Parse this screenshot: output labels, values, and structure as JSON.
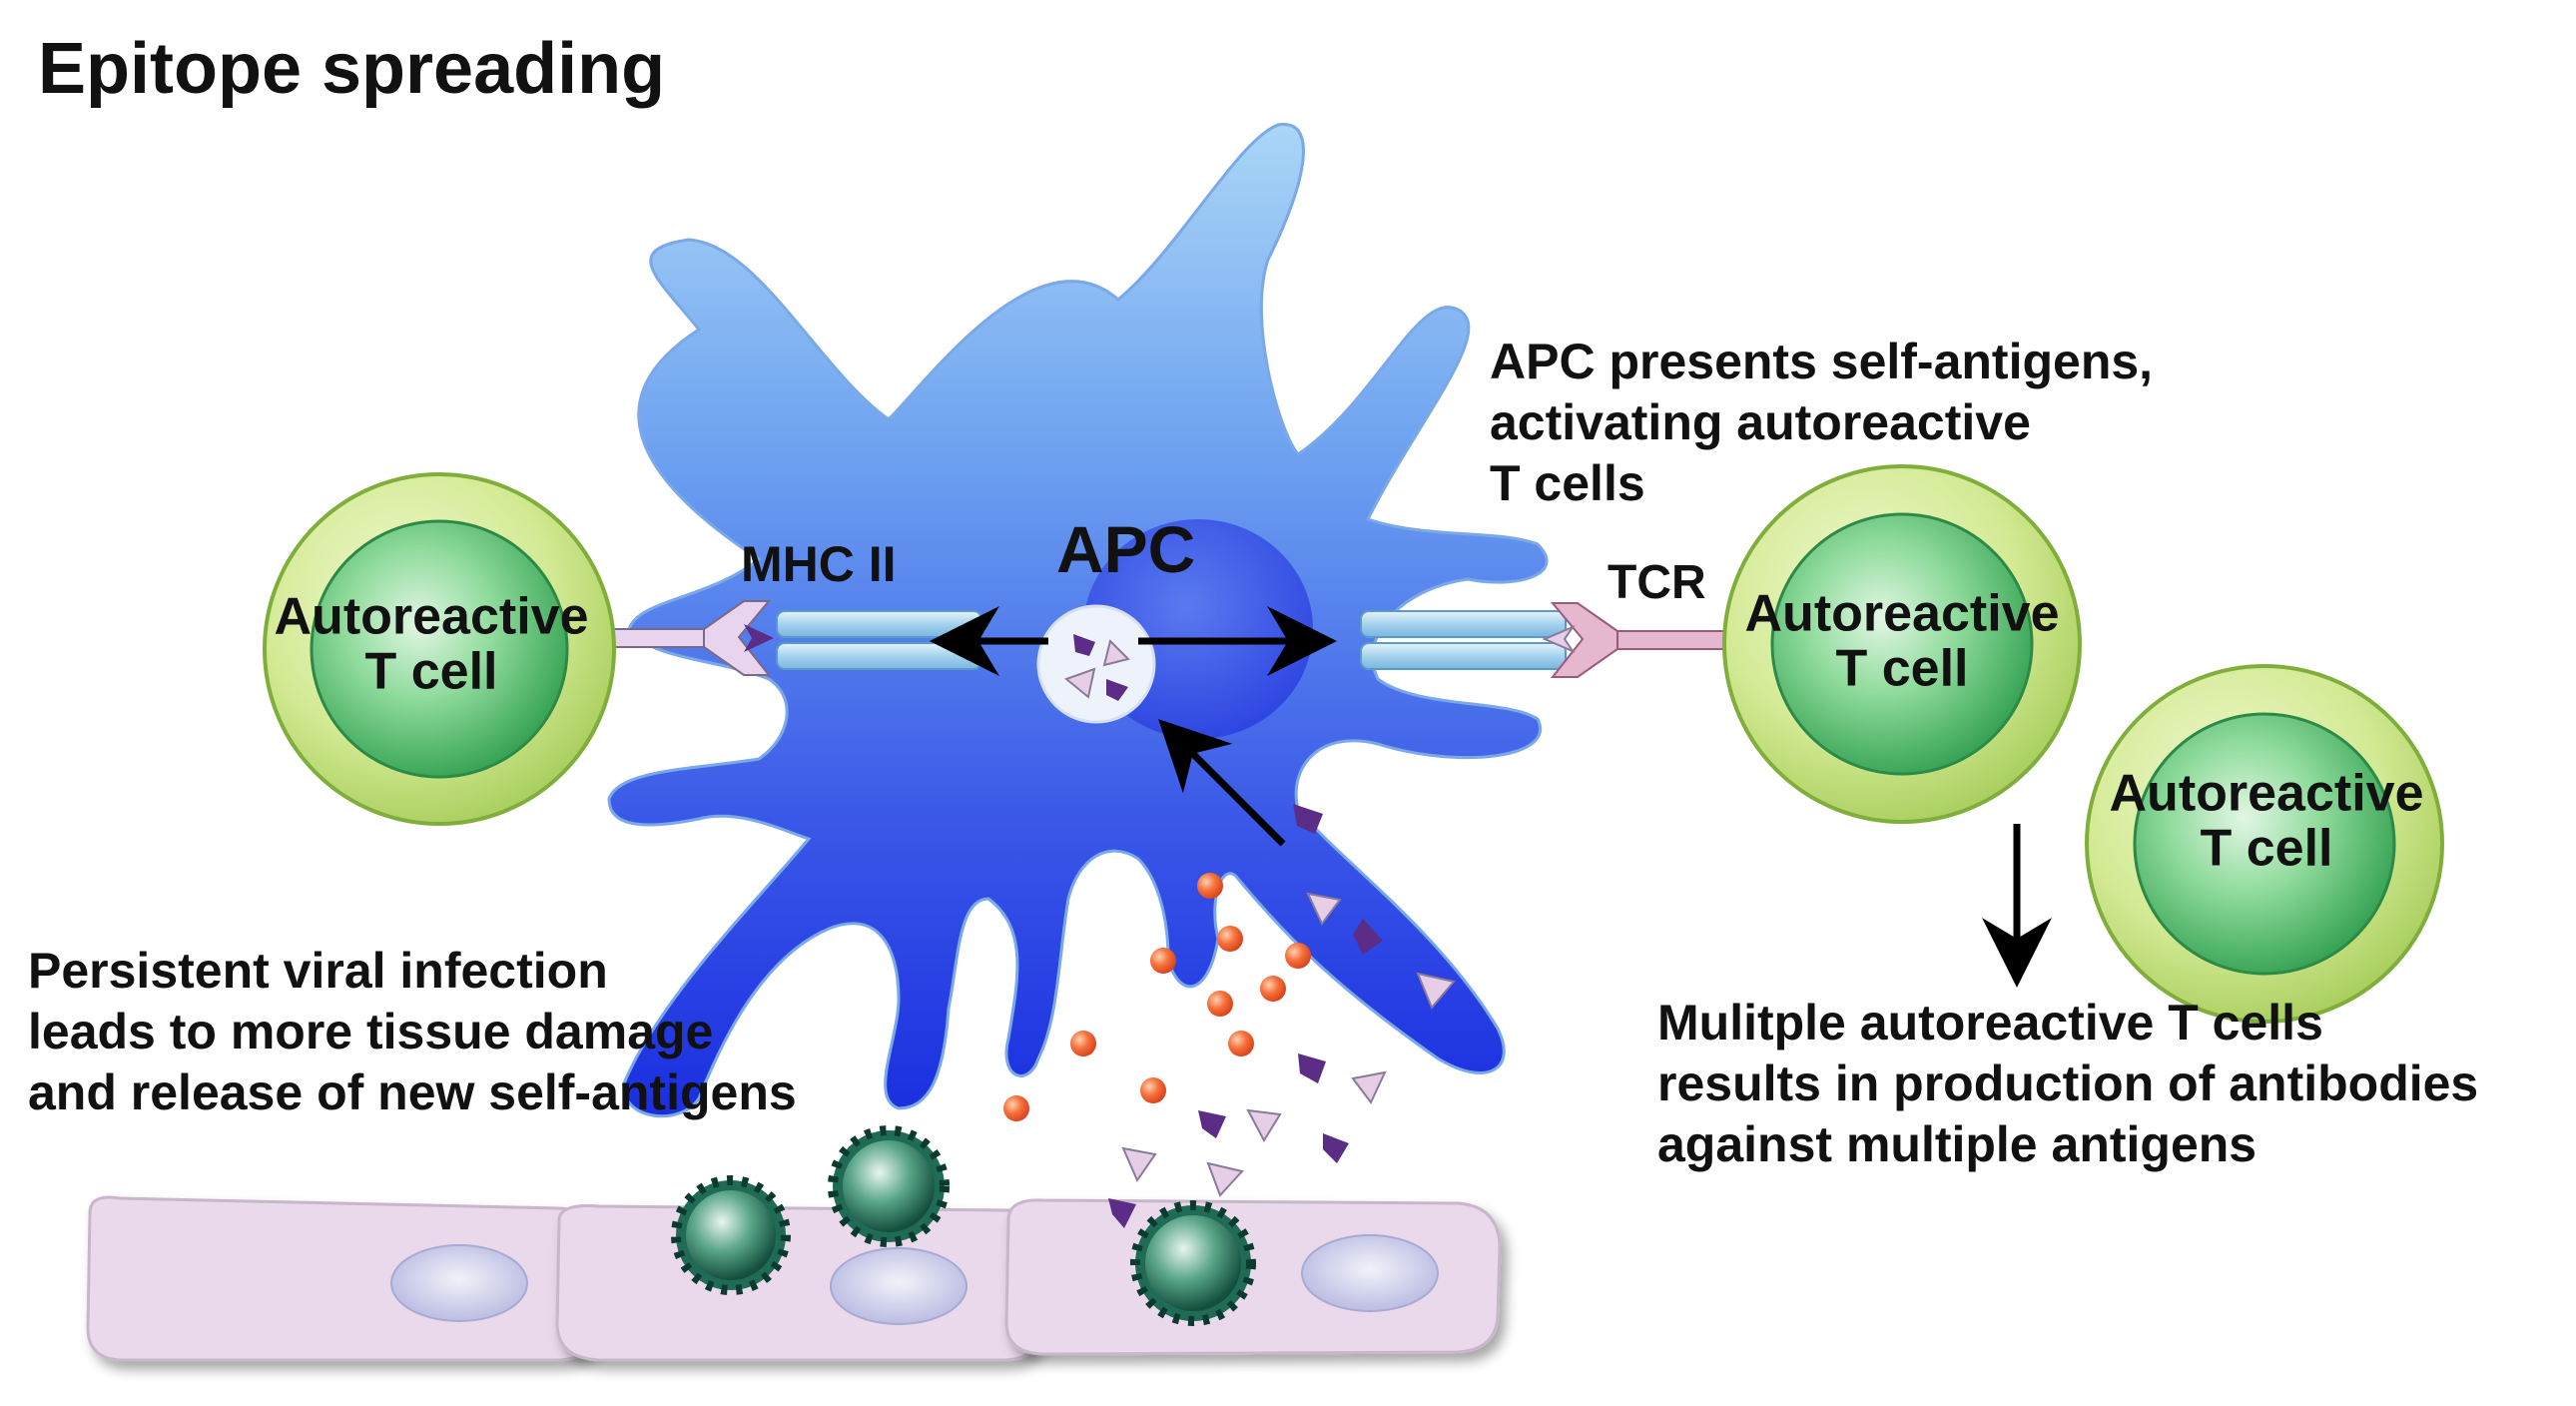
{
  "title": "Epitope spreading",
  "labels": {
    "apc": "APC",
    "mhc": "MHC II",
    "tcr": "TCR"
  },
  "t_cells": [
    {
      "line1": "Autoreactive",
      "line2": "T cell"
    },
    {
      "line1": "Autoreactive",
      "line2": "T cell"
    },
    {
      "line1": "Autoreactive",
      "line2": "T cell"
    }
  ],
  "annotations": {
    "apc_presents": [
      "APC presents self-antigens,",
      "activating autoreactive",
      "T cells"
    ],
    "persistent": [
      "Persistent viral infection",
      "leads to more tissue damage",
      "and release of new self-antigens"
    ],
    "multiple": [
      "Mulitple autoreactive T cells",
      "results in production of antibodies",
      "against multiple antigens"
    ]
  },
  "colors": {
    "apc_light": "#a8d4f4",
    "apc_dark": "#1e3ce0",
    "tcell_outer": "#c4e27a",
    "tcell_nucleus": "#3cb05a",
    "tissue": "#e8d8ea",
    "virus": "#1f6b55",
    "antigen_purple": "#5b2d86",
    "antigen_pink": "#e6cfe6",
    "particle": "#f05a1e"
  }
}
